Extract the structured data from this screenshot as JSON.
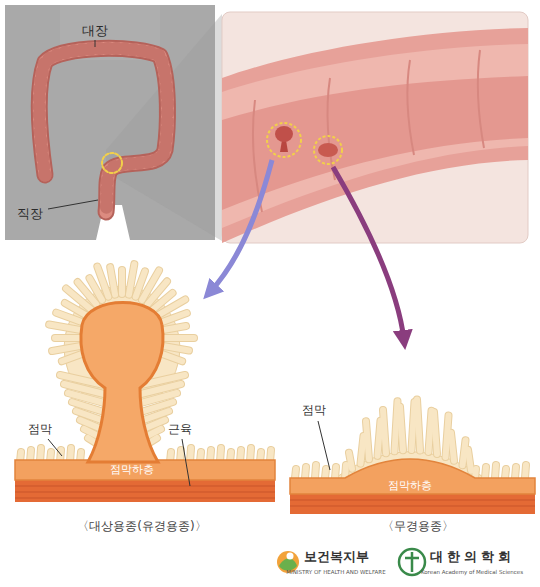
{
  "diagram": {
    "labels": [
      "대장",
      "직장",
      "점막",
      "근육",
      "점막하층",
      "점막",
      "점막하층",
      "〈대상용종(유경용종)〉",
      "〈무경용종〉",
      "보건복지부",
      "MINISTRY OF HEALTH AND WELFARE",
      "대한의학회",
      "Korean Academy of Medical Sciences"
    ]
  }
}
